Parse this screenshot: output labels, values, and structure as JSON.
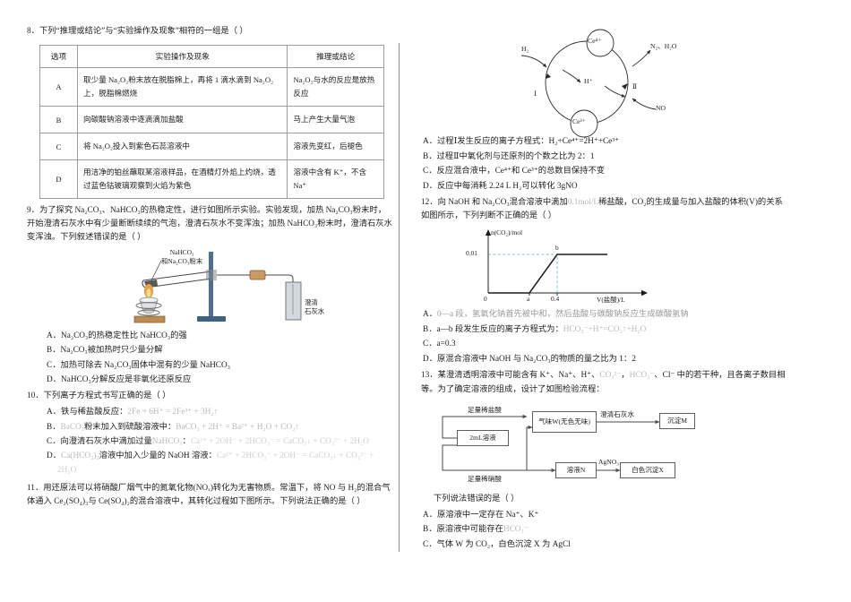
{
  "layout": {
    "columns": 2,
    "divider": true
  },
  "q8": {
    "number": "8．",
    "stem": "下列“推理或结论”与“实验操作及现象”相符的一组是（    ）",
    "table": {
      "headers": [
        "选项",
        "实验操作及现象",
        "推理或结论"
      ],
      "rows": [
        {
          "option": "A",
          "operation": "取少量 Na₂O₂粉末放在脱脂棉上，再将 1 滴水滴到 Na₂O₂上，脱脂棉燃烧",
          "conclusion": "Na₂O₂与水的反应是放热反应"
        },
        {
          "option": "B",
          "operation": "向碳酸钠溶液中逐滴滴加盐酸",
          "conclusion": "马上产生大量气泡"
        },
        {
          "option": "C",
          "operation": "将 Na₂O₂投入到紫色石蕊溶液中",
          "conclusion": "溶液先变红，后褪色"
        },
        {
          "option": "D",
          "operation": "用洁净的铂丝蘸取某溶液样品，在酒精灯外焰上灼烧，透过蓝色钴玻璃观察到火焰为紫色",
          "conclusion": "溶液中含有 K⁺，不含 Na⁺"
        }
      ]
    }
  },
  "q9": {
    "number": "9．",
    "stem": "为了探究 Na₂CO₃、NaHCO₃的热稳定性，进行如图所示实验。实验发现，加热 Na₂CO₃粉末时，开始澄清石灰水中有少量断断续续的气泡，澄清石灰水不变浑浊；加热 NaHCO₃粉末时，澄清石灰水变浑浊。下列叙述错误的是（    ）",
    "figure": {
      "label_top_line1": "NaHCO₃",
      "label_top_line2": "和Na₂CO₃粉末",
      "label_right_line1": "澄清",
      "label_right_line2": "石灰水"
    },
    "options": [
      "A．Na₂CO₃的热稳定性比 NaHCO₃的强",
      "B．Na₂CO₃被加热时只少量分解",
      "C．加热可除去 Na₂CO₃固体中混有的少量 NaHCO₃",
      "D．NaHCO₃分解反应是非氧化还原反应"
    ]
  },
  "q10": {
    "number": "10．",
    "stem": "下列离子方程式书写正确的是（    ）",
    "options": [
      {
        "letter": "A．",
        "text": "铁与稀盐酸反应：",
        "eq": "2Fe + 6H⁺ = 2Fe³⁺ + 3H₂↑"
      },
      {
        "letter": "B．",
        "text": "粉末加入到硫酸溶液中：",
        "pre": "BaCO₃",
        "eq": "BaCO₃ + 2H⁺ = Ba²⁺ + H₂O + CO₂↑"
      },
      {
        "letter": "C．",
        "text": "向澄清石灰水中滴加过量",
        "pre2": "NaHCO₃",
        "mid": "：",
        "eq": "Ca²⁺ + 2OH⁻ + 2HCO₃⁻ = CaCO₃↓ + CO₃²⁻ + 2H₂O"
      },
      {
        "letter": "D．",
        "text": "溶液中加入少量的 NaOH 溶液：",
        "pre2": "Ca(HCO₃)₂",
        "eq": "Ca²⁺ + 2HCO₃⁻ + 2OH⁻ = CaCO₃↓ + CO₃²⁻ + 2H₂O"
      }
    ]
  },
  "q11": {
    "number": "11．",
    "stem": "用还原法可以将硝酸厂烟气中的氮氧化物(NOₓ)转化为无害物质。常温下，将 NO 与 H₂的混合气体通入 Ce₂(SO₄)₃与 Ce(SO₄)₂的混合溶液中，其转化过程如下图所示。下列说法正确的是（    ）",
    "figure": {
      "top_species": "Ce⁴⁺",
      "bottom_species": "Ce³⁺",
      "center_species": "H⁺",
      "inlet_left": "H₂",
      "outlet_right": "N₂、H₂O",
      "inlet_right": "NO",
      "process_left": "Ⅰ",
      "process_right": "Ⅱ"
    },
    "options": [
      "A．过程Ⅰ发生反应的离子方程式：H₂+Ce⁴⁺=2H⁺+Ce³⁺",
      "B．过程Ⅱ中氧化剂与还原剂的个数之比为 2：1",
      "C．反应混合液中，Ce⁴⁺和 Ce³⁺的总数目保持不变",
      "D．反应中每消耗 2.24 L H₂可以转化 3gNO"
    ]
  },
  "q12": {
    "number": "12．",
    "stem_part1": "向 NaOH 和 Na₂CO₃混合溶液中滴加",
    "stem_faded": "0.1mol/L",
    "stem_part2": "稀盐酸，CO₂的生成量与加入盐酸的体积(V)的关系如图所示，下列判断不正确的是（    ）",
    "options": [
      {
        "letter": "A．",
        "text": "0—a 段，氢氧化钠首先被中和，然后盐酸与碳酸钠反应生成碳酸氢钠"
      },
      {
        "letter": "B．",
        "text": "a—b 段发生反应的离子方程式为：",
        "eq": "HCO₃⁻+H⁺=CO₂↑+H₂O"
      },
      {
        "letter": "C．",
        "text": "a=0.3"
      },
      {
        "letter": "D．",
        "text": "原混合溶液中 NaOH 与 Na₂CO₃的物质的量之比为 1：2"
      }
    ]
  },
  "q13": {
    "number": "13．",
    "stem_part1": "某澄清透明溶液中可能含有 K⁺、Na⁺、H⁺、",
    "stem_faded1": "CO₃²⁻",
    "stem_mid": "，",
    "stem_faded2": "HCO₃⁻",
    "stem_part2": "、Cl⁻ 中的若干种，且各离子数目相等。为了确定溶液的组成，设计了如图检验流程：",
    "flow": {
      "start": "2mL溶液",
      "top_reagent": "足量稀盐酸",
      "bottom_reagent": "足量稀硝酸",
      "gas_box": "气味W(无色无味)",
      "top_arrow_label": "澄清石灰水",
      "precip_m": "沉淀M",
      "solution_n": "溶液N",
      "agno3": "AgNO₃",
      "precip_x": "白色沉淀X"
    },
    "intro": "下列说法错误的是（    ）",
    "options": [
      {
        "letter": "A．",
        "text": "原溶液中一定存在 Na⁺、K⁺"
      },
      {
        "letter": "B．",
        "text": "原溶液中可能存在",
        "faded": "HCO₃⁻"
      },
      {
        "letter": "C．",
        "text": "气体 W 为 CO₂，白色沉淀 X 为 AgCl"
      }
    ]
  },
  "chart_data": {
    "type": "line",
    "title": "",
    "xlabel": "V(盐酸)/L",
    "ylabel": "n(CO₂)/mol",
    "x_ticks": [
      "0",
      "a",
      "0.4"
    ],
    "y_ticks": [
      "0.01"
    ],
    "points": [
      {
        "label": "",
        "x": 0,
        "y": 0
      },
      {
        "label": "a",
        "x": 0.3,
        "y": 0
      },
      {
        "label": "b",
        "x": 0.4,
        "y": 0.01
      },
      {
        "label": "",
        "x": 0.55,
        "y": 0.01
      }
    ],
    "annotations": [
      "b"
    ],
    "grid": false,
    "guide_lines": "dashed-cyan"
  }
}
